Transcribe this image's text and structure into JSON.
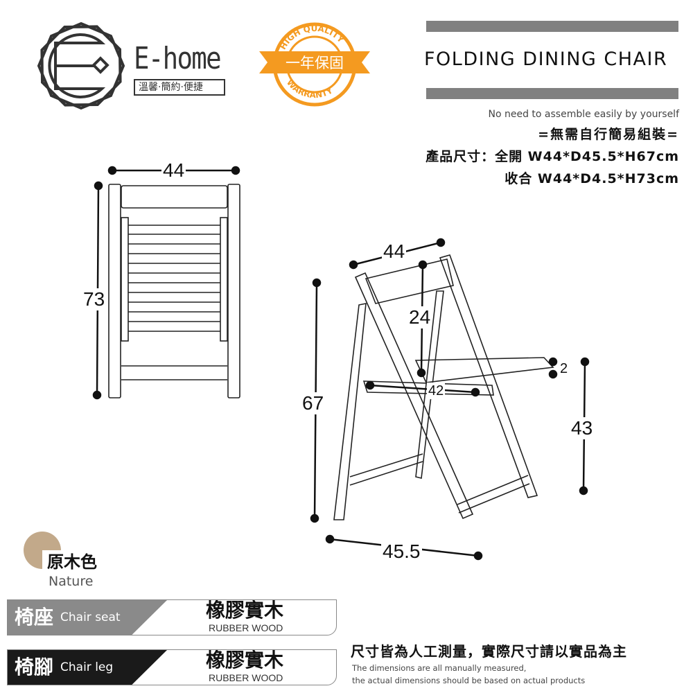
{
  "brand": {
    "name": "E-home",
    "slogan": "溫馨·簡約·便捷"
  },
  "badge": {
    "top": "HIGH QUALITY",
    "center": "一年保固",
    "bottom": "WARRANTY"
  },
  "header": {
    "title": "FOLDING DINING CHAIR",
    "subtitle": "No need to assemble easily by yourself",
    "line1": "=無需自行簡易組裝=",
    "line2": "產品尺寸：全開 W44*D45.5*H67cm",
    "line3": "收合 W44*D4.5*H73cm"
  },
  "front_view": {
    "width": "44",
    "height": "73"
  },
  "side_view": {
    "width": "44",
    "back": "24",
    "seat_thickness": "2",
    "seat_width": "42",
    "height": "67",
    "seat_height": "43",
    "depth": "45.5"
  },
  "color": {
    "swatch": "#c2a98a",
    "name_zh": "原木色",
    "name_en": "Nature"
  },
  "materials": [
    {
      "part_zh": "椅座",
      "part_en": "Chair seat",
      "material_zh": "橡膠實木",
      "material_en": "RUBBER WOOD",
      "color": "#8a8a8a"
    },
    {
      "part_zh": "椅腳",
      "part_en": "Chair leg",
      "material_zh": "橡膠實木",
      "material_en": "RUBBER WOOD",
      "color": "#1a1a1a"
    }
  ],
  "note": {
    "zh": "尺寸皆為人工測量，實際尺寸請以實品為主",
    "en1": "The dimensions are all manually measured,",
    "en2": "the actual dimensions should be based on actual products"
  }
}
